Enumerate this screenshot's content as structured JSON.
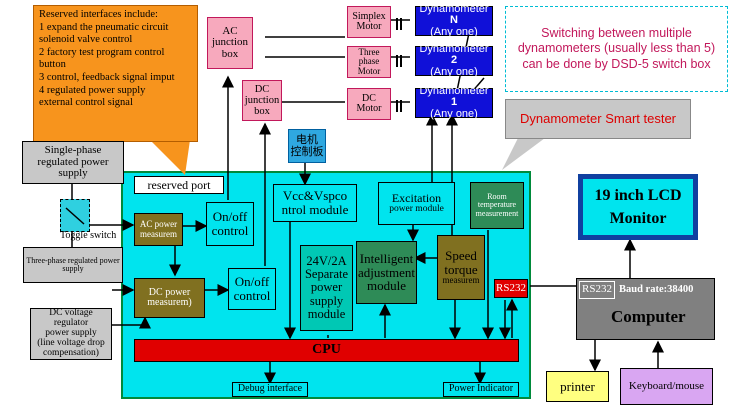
{
  "callout": {
    "lines": [
      "Reserved interfaces include:",
      "1 expand the pneumatic circuit",
      "solenoid valve control",
      "2 factory test program control",
      "button",
      "3 control, feedback signal imput",
      "4 regulated power supply",
      "external control signal"
    ]
  },
  "junction": {
    "ac": [
      "AC",
      "junction",
      "box"
    ],
    "dc": [
      "DC",
      "junction",
      "box"
    ]
  },
  "motors": {
    "simplex": [
      "Simplex",
      "Motor"
    ],
    "threephase": [
      "Three phase",
      "Motor"
    ],
    "dc": [
      "DC",
      "Motor"
    ]
  },
  "dynamometers": [
    {
      "name": "Dynamometer",
      "id": "N",
      "sub": "(Any one)"
    },
    {
      "name": "Dynamometer",
      "id": "2",
      "sub": "(Any one)"
    },
    {
      "name": "Dynamometer",
      "id": "1",
      "sub": "(Any one)"
    }
  ],
  "switching_note": "Switching between multiple dynamometers (usually less than 5) can be done by DSD-5 switch box",
  "smart_tester": "Dynamometer Smart tester",
  "control_board": [
    "电机",
    "控制板"
  ],
  "power_inputs": {
    "single_phase": [
      "Single-phase",
      "regulated power",
      "supply"
    ],
    "toggle": "Toggle switch",
    "three_phase": [
      "Three-phase regulated power",
      "supply"
    ],
    "dc_regulator": [
      "DC voltage regulator",
      "power supply",
      "(line voltage drop",
      "compensation)"
    ]
  },
  "modules": {
    "reserved_port": "reserved port",
    "ac_power": [
      "AC power",
      "measurem"
    ],
    "dc_power": [
      "DC power",
      "measurem)"
    ],
    "onoff_1": [
      "On/off",
      "control"
    ],
    "onoff_2": [
      "On/off",
      "control"
    ],
    "vcc": [
      "Vcc&Vspco",
      "ntrol module"
    ],
    "excitation": [
      "Excitation",
      "power module"
    ],
    "room_temp": [
      "Room",
      "temperature",
      "measurement"
    ],
    "sep_power": [
      "24V/2A",
      "Separate",
      "power",
      "supply",
      "module"
    ],
    "intelligent": [
      "Intelligent",
      "adjustment",
      "module"
    ],
    "speed": [
      "Speed",
      "torque",
      "measurem"
    ],
    "rs232_left": "RS232",
    "cpu": "CPU",
    "debug": "Debug interface",
    "power_indicator": "Power Indicator"
  },
  "monitor": [
    "19 inch LCD",
    "Monitor"
  ],
  "computer": {
    "rs232": "RS232",
    "baud": "Baud rate:38400",
    "label": "Computer"
  },
  "printer": "printer",
  "keyboard": "Keyboard/mouse"
}
